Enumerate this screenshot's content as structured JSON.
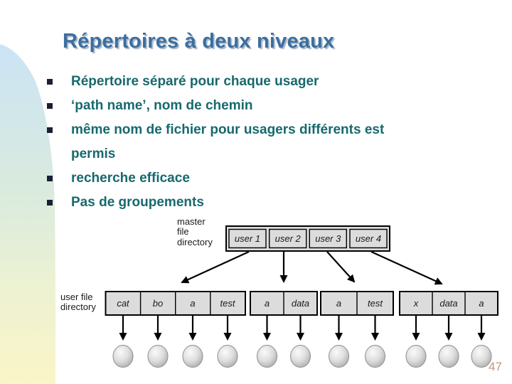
{
  "slide": {
    "title": "Répertoires à deux niveaux",
    "page_number": "47",
    "bullets": [
      "Répertoire séparé pour chaque usager",
      "‘path name’, nom de chemin",
      "même nom de fichier pour usagers différents est permis",
      "recherche efficace",
      "Pas de groupements"
    ]
  },
  "diagram": {
    "master_label_lines": [
      "master",
      "file",
      "directory"
    ],
    "user_label_lines": [
      "user file",
      "directory"
    ],
    "master_cells": [
      "user 1",
      "user 2",
      "user 3",
      "user 4"
    ],
    "group_cells": [
      [
        "cat",
        "bo",
        "a",
        "test"
      ],
      [
        "a",
        "data"
      ],
      [
        "a",
        "test"
      ],
      [
        "x",
        "data",
        "a"
      ]
    ]
  },
  "colors": {
    "title_text": "#3c6e9f",
    "bullet_text": "#17696d",
    "bullet_square": "#1a1f33",
    "box_fill": "#dcdcdc",
    "box_stroke": "#000000",
    "page_number": "#c49384",
    "band_top": "#cbe4f5",
    "band_bottom": "#fbf5c8"
  }
}
